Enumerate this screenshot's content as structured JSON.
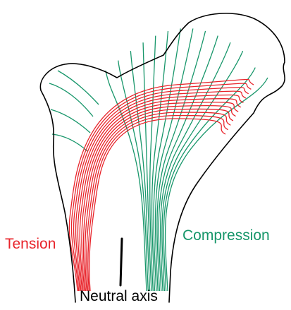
{
  "labels": {
    "tension": "Tension",
    "compression": "Compression",
    "neutral_axis": "Neutral axis"
  },
  "colors": {
    "tension": "#e8232a",
    "compression": "#17966a",
    "outline": "#000000",
    "text": "#000000"
  }
}
